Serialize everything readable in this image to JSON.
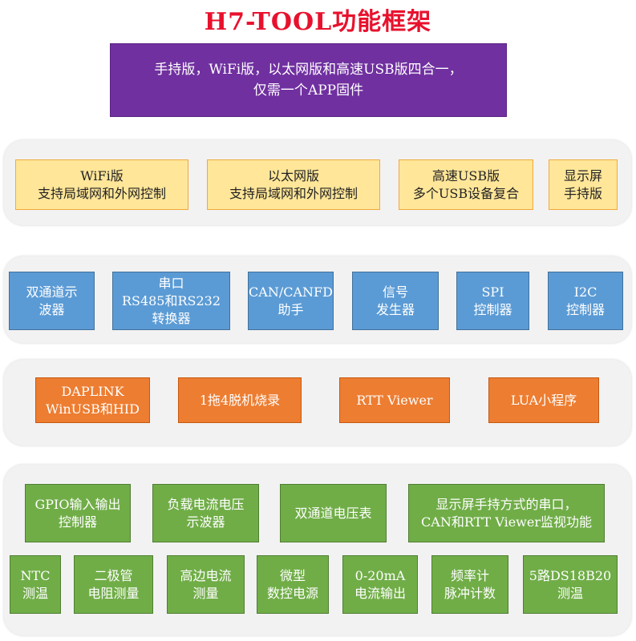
{
  "title": "H7-TOOL功能框架",
  "banner": {
    "line1": "手持版，WiFi版，以太网版和高速USB版四合一，",
    "line2": "仅需一个APP固件"
  },
  "row1": [
    {
      "l1": "WiFi版",
      "l2": "支持局域网和外网控制"
    },
    {
      "l1": "以太网版",
      "l2": "支持局域网和外网控制"
    },
    {
      "l1": "高速USB版",
      "l2": "多个USB设备复合"
    },
    {
      "l1": "显示屏",
      "l2": "手持版"
    }
  ],
  "row2": [
    {
      "l1": "双通道示",
      "l2": "波器"
    },
    {
      "l1": "串口",
      "l2": "RS485和RS232",
      "l3": "转换器"
    },
    {
      "l1": "CAN/CANFD",
      "l2": "助手"
    },
    {
      "l1": "信号",
      "l2": "发生器"
    },
    {
      "l1": "SPI",
      "l2": "控制器"
    },
    {
      "l1": "I2C",
      "l2": "控制器"
    }
  ],
  "row3": [
    {
      "l1": "DAPLINK",
      "l2": "WinUSB和HID"
    },
    {
      "l1": "1拖4脱机烧录"
    },
    {
      "l1": "RTT Viewer"
    },
    {
      "l1": "LUA小程序"
    }
  ],
  "row4a": [
    {
      "l1": "GPIO输入输出",
      "l2": "控制器"
    },
    {
      "l1": "负载电流电压",
      "l2": "示波器"
    },
    {
      "l1": "双通道电压表"
    },
    {
      "l1": "显示屏手持方式的串口，",
      "l2": "CAN和RTT Viewer监视功能"
    }
  ],
  "row4b": [
    {
      "l1": "NTC",
      "l2": "测温"
    },
    {
      "l1": "二极管",
      "l2": "电阻测量"
    },
    {
      "l1": "高边电流",
      "l2": "测量"
    },
    {
      "l1": "微型",
      "l2": "数控电源"
    },
    {
      "l1": "0-20mA",
      "l2": "电流输出"
    },
    {
      "l1": "频率计",
      "l2": "脉冲计数"
    },
    {
      "l1": "5路DS18B20",
      "l2": "测温"
    }
  ],
  "colors": {
    "title": "#e8112d",
    "banner": "#7030a0",
    "yellow": "#ffe699",
    "blue": "#5b9bd5",
    "orange": "#ed7d31",
    "green": "#70ad47"
  }
}
